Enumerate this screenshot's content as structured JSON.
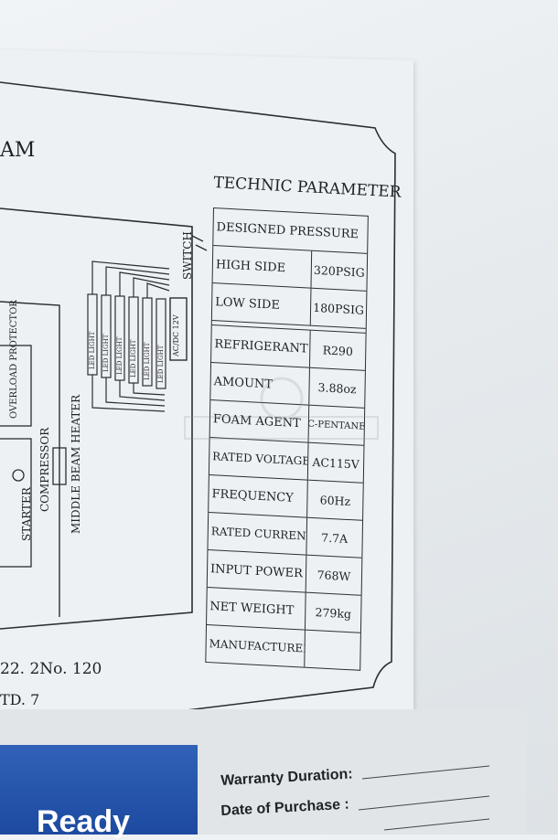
{
  "sticker": {
    "diagram_title_fragment": "AM",
    "code_line_1": "22. 2No. 120",
    "code_line_2": "TD. 7",
    "diagram_labels": {
      "switch": "SWITCH",
      "overload_protector": "OVERLOAD PROTECTOR",
      "compressor": "COMPRESSOR",
      "starter": "STARTER",
      "middle_beam_heater": "MIDDLE BEAM HEATER",
      "led_light": "LED LIGHT",
      "adapter": "AC/DC 12V"
    }
  },
  "technic_parameter": {
    "title": "TECHNIC PARAMETER",
    "designed_pressure": "DESIGNED PRESSURE",
    "rows_pressure": [
      {
        "label": "HIGH SIDE",
        "value": "320PSIG"
      },
      {
        "label": "LOW SIDE",
        "value": "180PSIG"
      }
    ],
    "rows": [
      {
        "label": "REFRIGERANT",
        "value": "R290"
      },
      {
        "label": "AMOUNT",
        "value": "3.88oz"
      },
      {
        "label": "FOAM AGENT",
        "value": "C-PENTANE"
      },
      {
        "label": "RATED VOLTAGE",
        "value": "AC115V"
      },
      {
        "label": "FREQUENCY",
        "value": "60Hz"
      },
      {
        "label": "RATED CURRENT",
        "value": "7.7A"
      },
      {
        "label": "INPUT POWER",
        "value": "768W"
      },
      {
        "label": "NET WEIGHT",
        "value": "279kg"
      },
      {
        "label": "MANUFACTURED",
        "value": ""
      }
    ]
  },
  "bottom_card": {
    "ready": "Ready",
    "warranty_duration": "Warranty Duration:",
    "date_of_purchase": "Date of Purchase :"
  },
  "colors": {
    "blue_panel": "#2456ad",
    "sticker": "#eef1f4",
    "ink": "#1d2126"
  }
}
